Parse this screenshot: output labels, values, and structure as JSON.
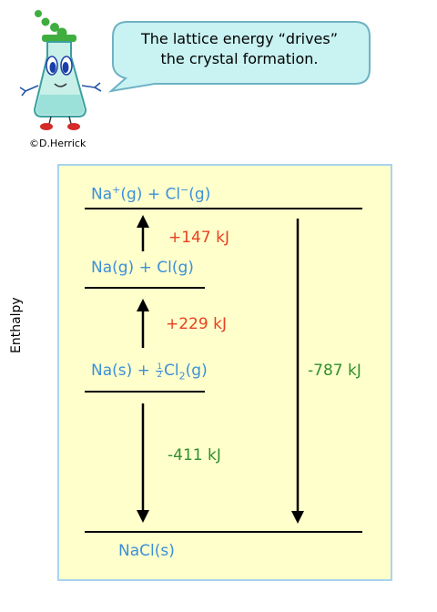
{
  "credit": "©D.Herrick",
  "bubble": {
    "line1": "The lattice energy “drives”",
    "line2": "the crystal formation."
  },
  "axis_label": "Enthalpy",
  "levels": {
    "top": {
      "base1": "Na",
      "sup1": "+",
      "mid": "(g) + Cl",
      "sup2": "−",
      "end": "(g)"
    },
    "second": "Na(g) + Cl(g)",
    "third": {
      "pre": "Na(s) + ",
      "num": "1",
      "den": "2",
      "cl": "Cl",
      "sub": "2",
      "end": "(g)"
    },
    "bottom": "NaCl(s)"
  },
  "steps": {
    "ionization": "+147 kJ",
    "dissociation": "+229 kJ",
    "formation": "-411 kJ",
    "lattice": "-787 kJ"
  },
  "colors": {
    "state_text": "#3d8fd8",
    "endothermic": "#e8411f",
    "exothermic": "#2f8f2f",
    "panel_bg": "#ffffcc",
    "panel_border": "#a8d4ee"
  }
}
